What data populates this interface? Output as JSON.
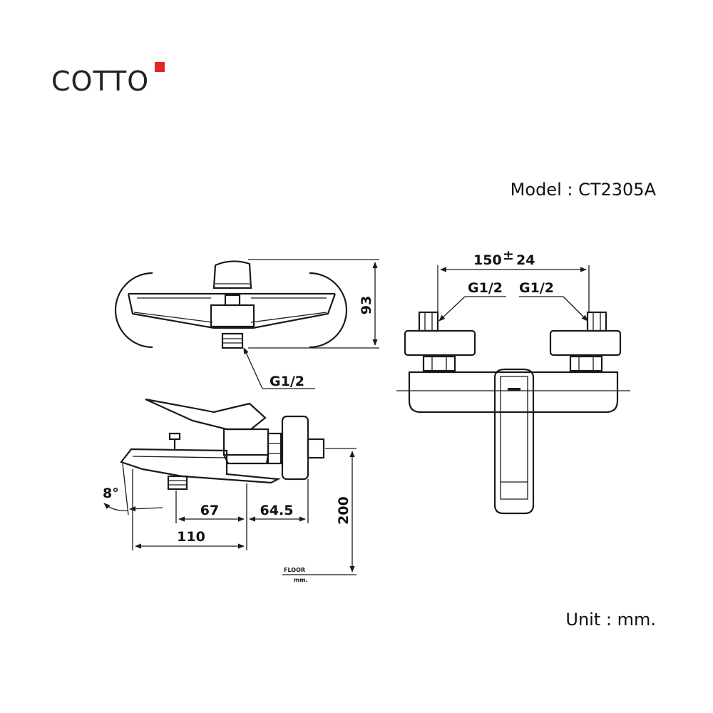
{
  "logo": {
    "text": "COTTO",
    "accent_color": "#e3262b"
  },
  "model_label": "Model : CT2305A",
  "unit_label": "Unit : mm.",
  "dimensions": {
    "top_view_height": "93",
    "top_view_outlet": "G1/2",
    "front_width": "150",
    "front_tolerance": "24",
    "front_inlet_left": "G1/2",
    "front_inlet_right": "G1/2",
    "side_angle": "8°",
    "side_d1": "67",
    "side_d2": "64.5",
    "side_d3": "110",
    "side_height": "200",
    "floor_label": "FLOOR",
    "floor_unit": "mm."
  },
  "colors": {
    "line": "#1a1a1a",
    "text": "#111111"
  }
}
